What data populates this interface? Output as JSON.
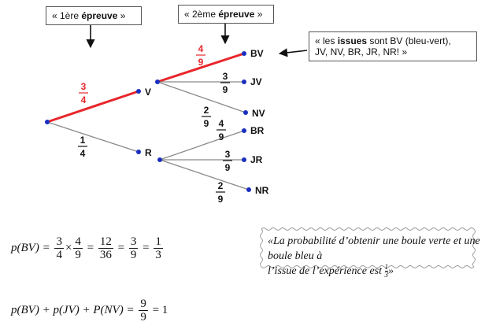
{
  "boxes": {
    "epreuve1": {
      "pre": "« 1ère ",
      "bold": "épreuve",
      "post": " »"
    },
    "epreuve2": {
      "pre": "« 2ème ",
      "bold": "épreuve",
      "post": " »"
    },
    "issues": {
      "pre": "« les ",
      "bold": "issues",
      "line1_post": " sont BV (bleu-vert),",
      "line2": "JV, NV, BR, JR, NR! »"
    }
  },
  "tree": {
    "first_branches": [
      {
        "node": "V",
        "num": "3",
        "den": "4",
        "highlight": true
      },
      {
        "node": "R",
        "num": "1",
        "den": "4",
        "highlight": false
      }
    ],
    "second_branches_V": [
      {
        "node": "BV",
        "num": "4",
        "den": "9",
        "highlight": true
      },
      {
        "node": "JV",
        "num": "3",
        "den": "9",
        "highlight": false
      },
      {
        "node": "NV",
        "num": "2",
        "den": "9",
        "highlight": false
      }
    ],
    "second_branches_R": [
      {
        "node": "BR",
        "num": "4",
        "den": "9",
        "highlight": false
      },
      {
        "node": "JR",
        "num": "3",
        "den": "9",
        "highlight": false
      },
      {
        "node": "NR",
        "num": "2",
        "den": "9",
        "highlight": false
      }
    ]
  },
  "colors": {
    "highlight": "#e8262b",
    "branch": "#8a8a8a",
    "node_dot": "#1a2fbf",
    "text": "#111111"
  },
  "formula1": {
    "lhs": "p(BV) =",
    "f1": {
      "n": "3",
      "d": "4"
    },
    "times": "×",
    "f2": {
      "n": "4",
      "d": "9"
    },
    "eq1": "=",
    "f3": {
      "n": "12",
      "d": "36"
    },
    "eq2": "=",
    "f4": {
      "n": "3",
      "d": "9"
    },
    "eq3": "=",
    "f5": {
      "n": "1",
      "d": "3"
    }
  },
  "quote": {
    "line1": "«La probabilité d’obtenir une boule verte et une boule bleu à",
    "line2_pre": "l’issue de l’expérience est ",
    "frac": {
      "n": "1",
      "d": "3"
    },
    "line2_post": "»"
  },
  "formula2": {
    "text": "p(BV) + p(JV) + P(NV) =",
    "frac": {
      "n": "9",
      "d": "9"
    },
    "result": "= 1"
  }
}
